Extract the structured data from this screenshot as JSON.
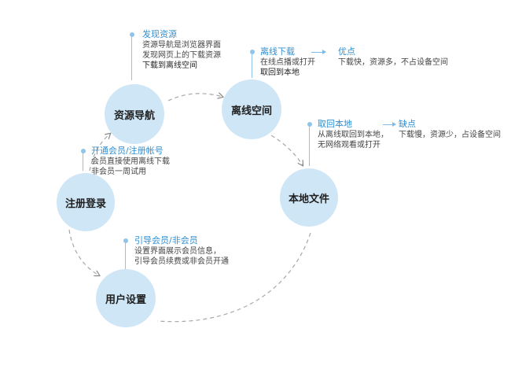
{
  "nodes": {
    "resource_nav": "资源导航",
    "offline_space": "离线空间",
    "local_file": "本地文件",
    "register_login": "注册登录",
    "user_settings": "用户设置"
  },
  "callouts": {
    "discover": {
      "title": "发现资源",
      "line1": "资源导航是浏览器界面",
      "line2": "发现网页上的下载资源",
      "line3": "下载到离线空间"
    },
    "offline_download": {
      "title": "离线下载",
      "line1": "在线点播或打开",
      "line2": "取回到本地"
    },
    "pros": {
      "title": "优点",
      "line1": "下载快，资源多，不占设备空间"
    },
    "retrieve_local": {
      "title": "取回本地",
      "line1": "从离线取回到本地，",
      "line2": "无网络观看或打开"
    },
    "cons": {
      "title": "缺点",
      "line1": "下载慢，资源少，占设备空间"
    },
    "open_member": {
      "title": "开通会员/注册帐号",
      "line1": "会员直接使用离线下载",
      "line2": "非会员一周试用"
    },
    "guide_member": {
      "title": "引导会员/非会员",
      "line1": "设置界面展示会员信息，",
      "line2": "引导会员续费或非会员开通"
    }
  },
  "colors": {
    "node_fill": "#cfe6f7",
    "accent": "#2f8fd3",
    "line": "#9a9a9a"
  }
}
